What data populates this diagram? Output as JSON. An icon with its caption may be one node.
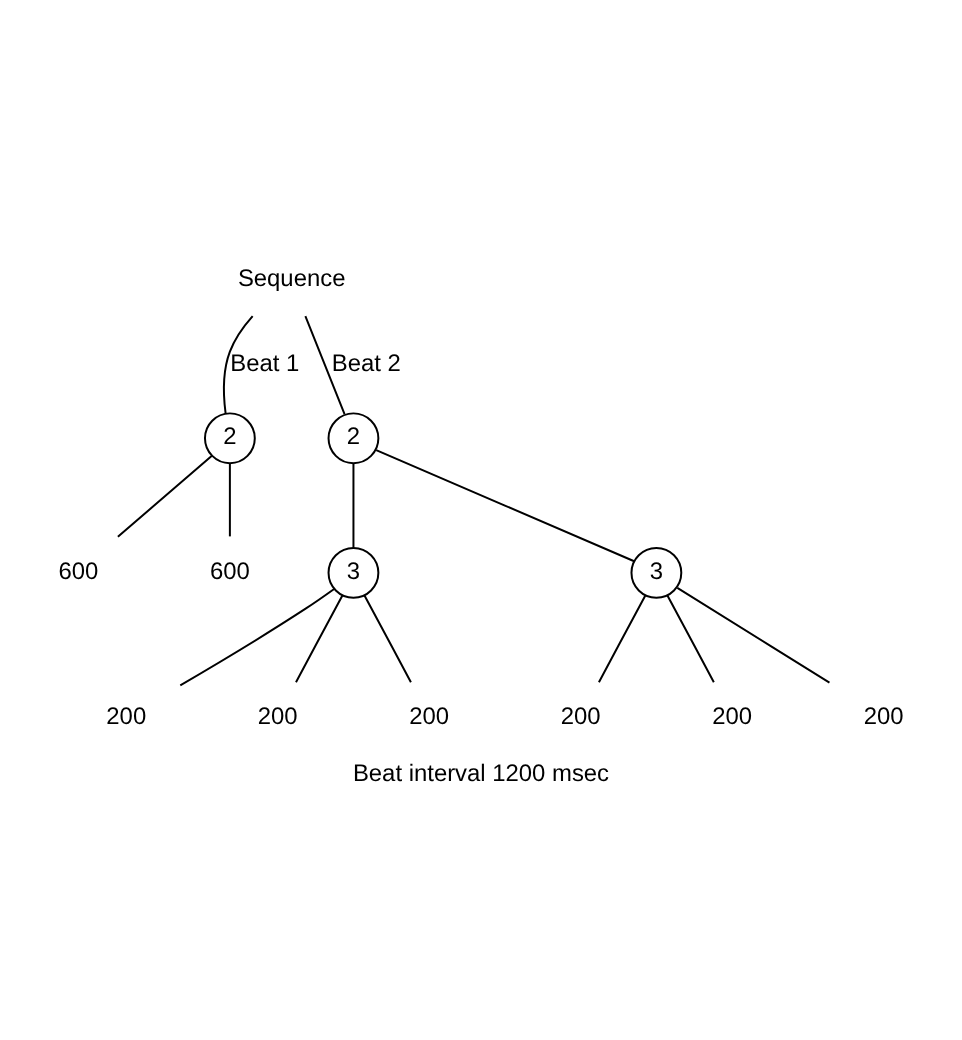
{
  "diagram": {
    "caption": "Beat interval 1200 msec",
    "nodes": [
      {
        "text": [
          "Sequence"
        ]
      },
      {
        "text": [
          "2"
        ]
      },
      {
        "text": [
          "2"
        ]
      },
      {
        "text": [
          "600"
        ]
      },
      {
        "text": [
          "600"
        ]
      },
      {
        "text": [
          "3"
        ]
      },
      {
        "text": [
          "3"
        ]
      },
      {
        "text": [
          "200"
        ]
      },
      {
        "text": [
          "200"
        ]
      },
      {
        "text": [
          "200"
        ]
      },
      {
        "text": [
          "200"
        ]
      },
      {
        "text": [
          "200"
        ]
      },
      {
        "text": [
          "200"
        ]
      }
    ],
    "edges": [
      {
        "from": 0,
        "to": 1,
        "arrow": "none",
        "label": "Beat 1"
      },
      {
        "from": 0,
        "to": 2,
        "arrow": "none",
        "label": "Beat 2"
      },
      {
        "from": 1,
        "to": 3,
        "arrow": "none"
      },
      {
        "from": 1,
        "to": 4,
        "arrow": "none"
      },
      {
        "from": 2,
        "to": 5,
        "arrow": "none"
      },
      {
        "from": 2,
        "to": 6,
        "arrow": "none"
      },
      {
        "from": 5,
        "to": 7,
        "arrow": "none"
      },
      {
        "from": 5,
        "to": 8,
        "arrow": "none"
      },
      {
        "from": 5,
        "to": 9,
        "arrow": "none"
      },
      {
        "from": 6,
        "to": 10,
        "arrow": "none"
      },
      {
        "from": 6,
        "to": 11,
        "arrow": "none"
      },
      {
        "from": 6,
        "to": 12,
        "arrow": "none"
      }
    ]
  }
}
